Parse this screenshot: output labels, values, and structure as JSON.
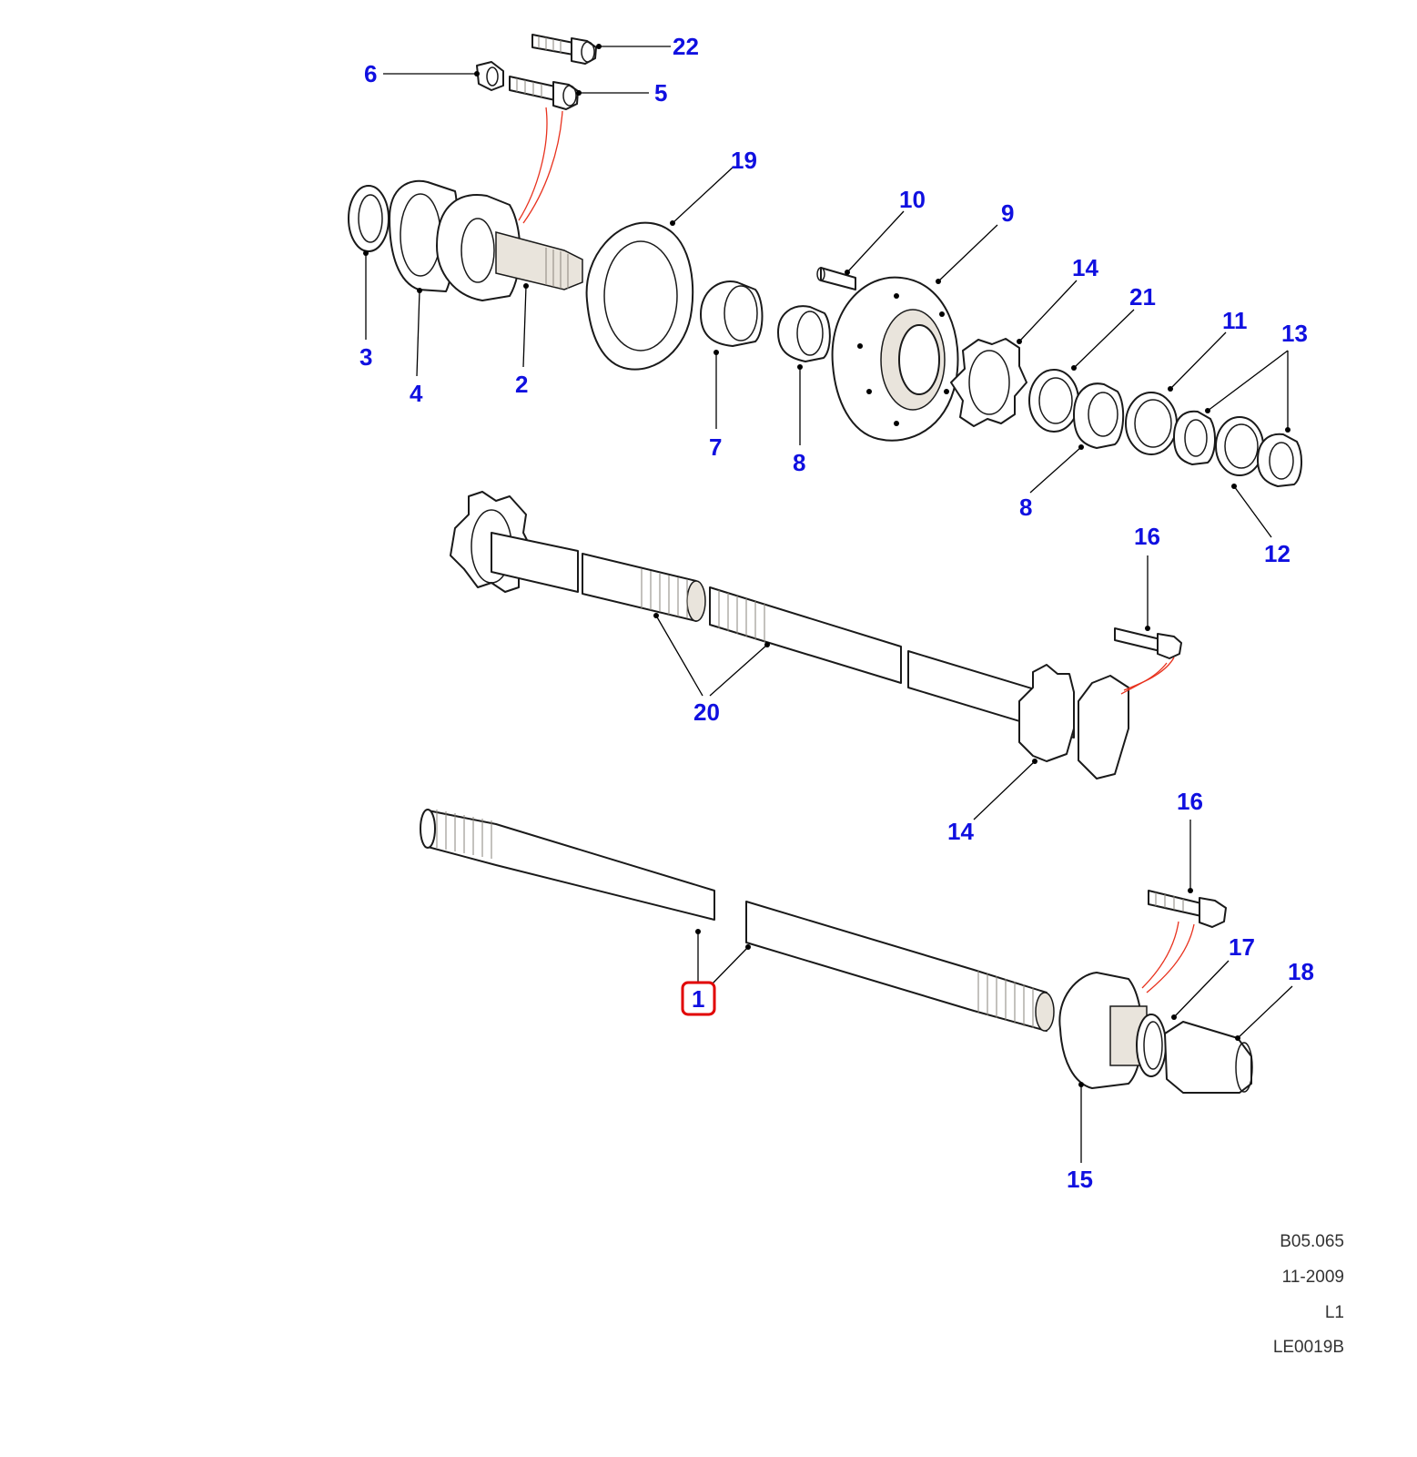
{
  "diagram": {
    "callouts": [
      {
        "id": "c22",
        "label": "22"
      },
      {
        "id": "c6",
        "label": "6"
      },
      {
        "id": "c5",
        "label": "5"
      },
      {
        "id": "c19",
        "label": "19"
      },
      {
        "id": "c10",
        "label": "10"
      },
      {
        "id": "c9",
        "label": "9"
      },
      {
        "id": "c14a",
        "label": "14"
      },
      {
        "id": "c21",
        "label": "21"
      },
      {
        "id": "c11",
        "label": "11"
      },
      {
        "id": "c13",
        "label": "13"
      },
      {
        "id": "c3",
        "label": "3"
      },
      {
        "id": "c4",
        "label": "4"
      },
      {
        "id": "c2",
        "label": "2"
      },
      {
        "id": "c7",
        "label": "7"
      },
      {
        "id": "c8a",
        "label": "8"
      },
      {
        "id": "c8b",
        "label": "8"
      },
      {
        "id": "c12",
        "label": "12"
      },
      {
        "id": "c16a",
        "label": "16"
      },
      {
        "id": "c20",
        "label": "20"
      },
      {
        "id": "c14b",
        "label": "14"
      },
      {
        "id": "c16b",
        "label": "16"
      },
      {
        "id": "c17",
        "label": "17"
      },
      {
        "id": "c18",
        "label": "18"
      },
      {
        "id": "c1",
        "label": "1",
        "selected": true
      },
      {
        "id": "c15",
        "label": "15"
      }
    ],
    "colors": {
      "callout": "#1010e0",
      "selection": "#e10000",
      "redline": "#e8321e"
    }
  },
  "footer": {
    "code": "B05.065",
    "date": "11-2009",
    "level": "L1",
    "ref": "LE0019B"
  }
}
